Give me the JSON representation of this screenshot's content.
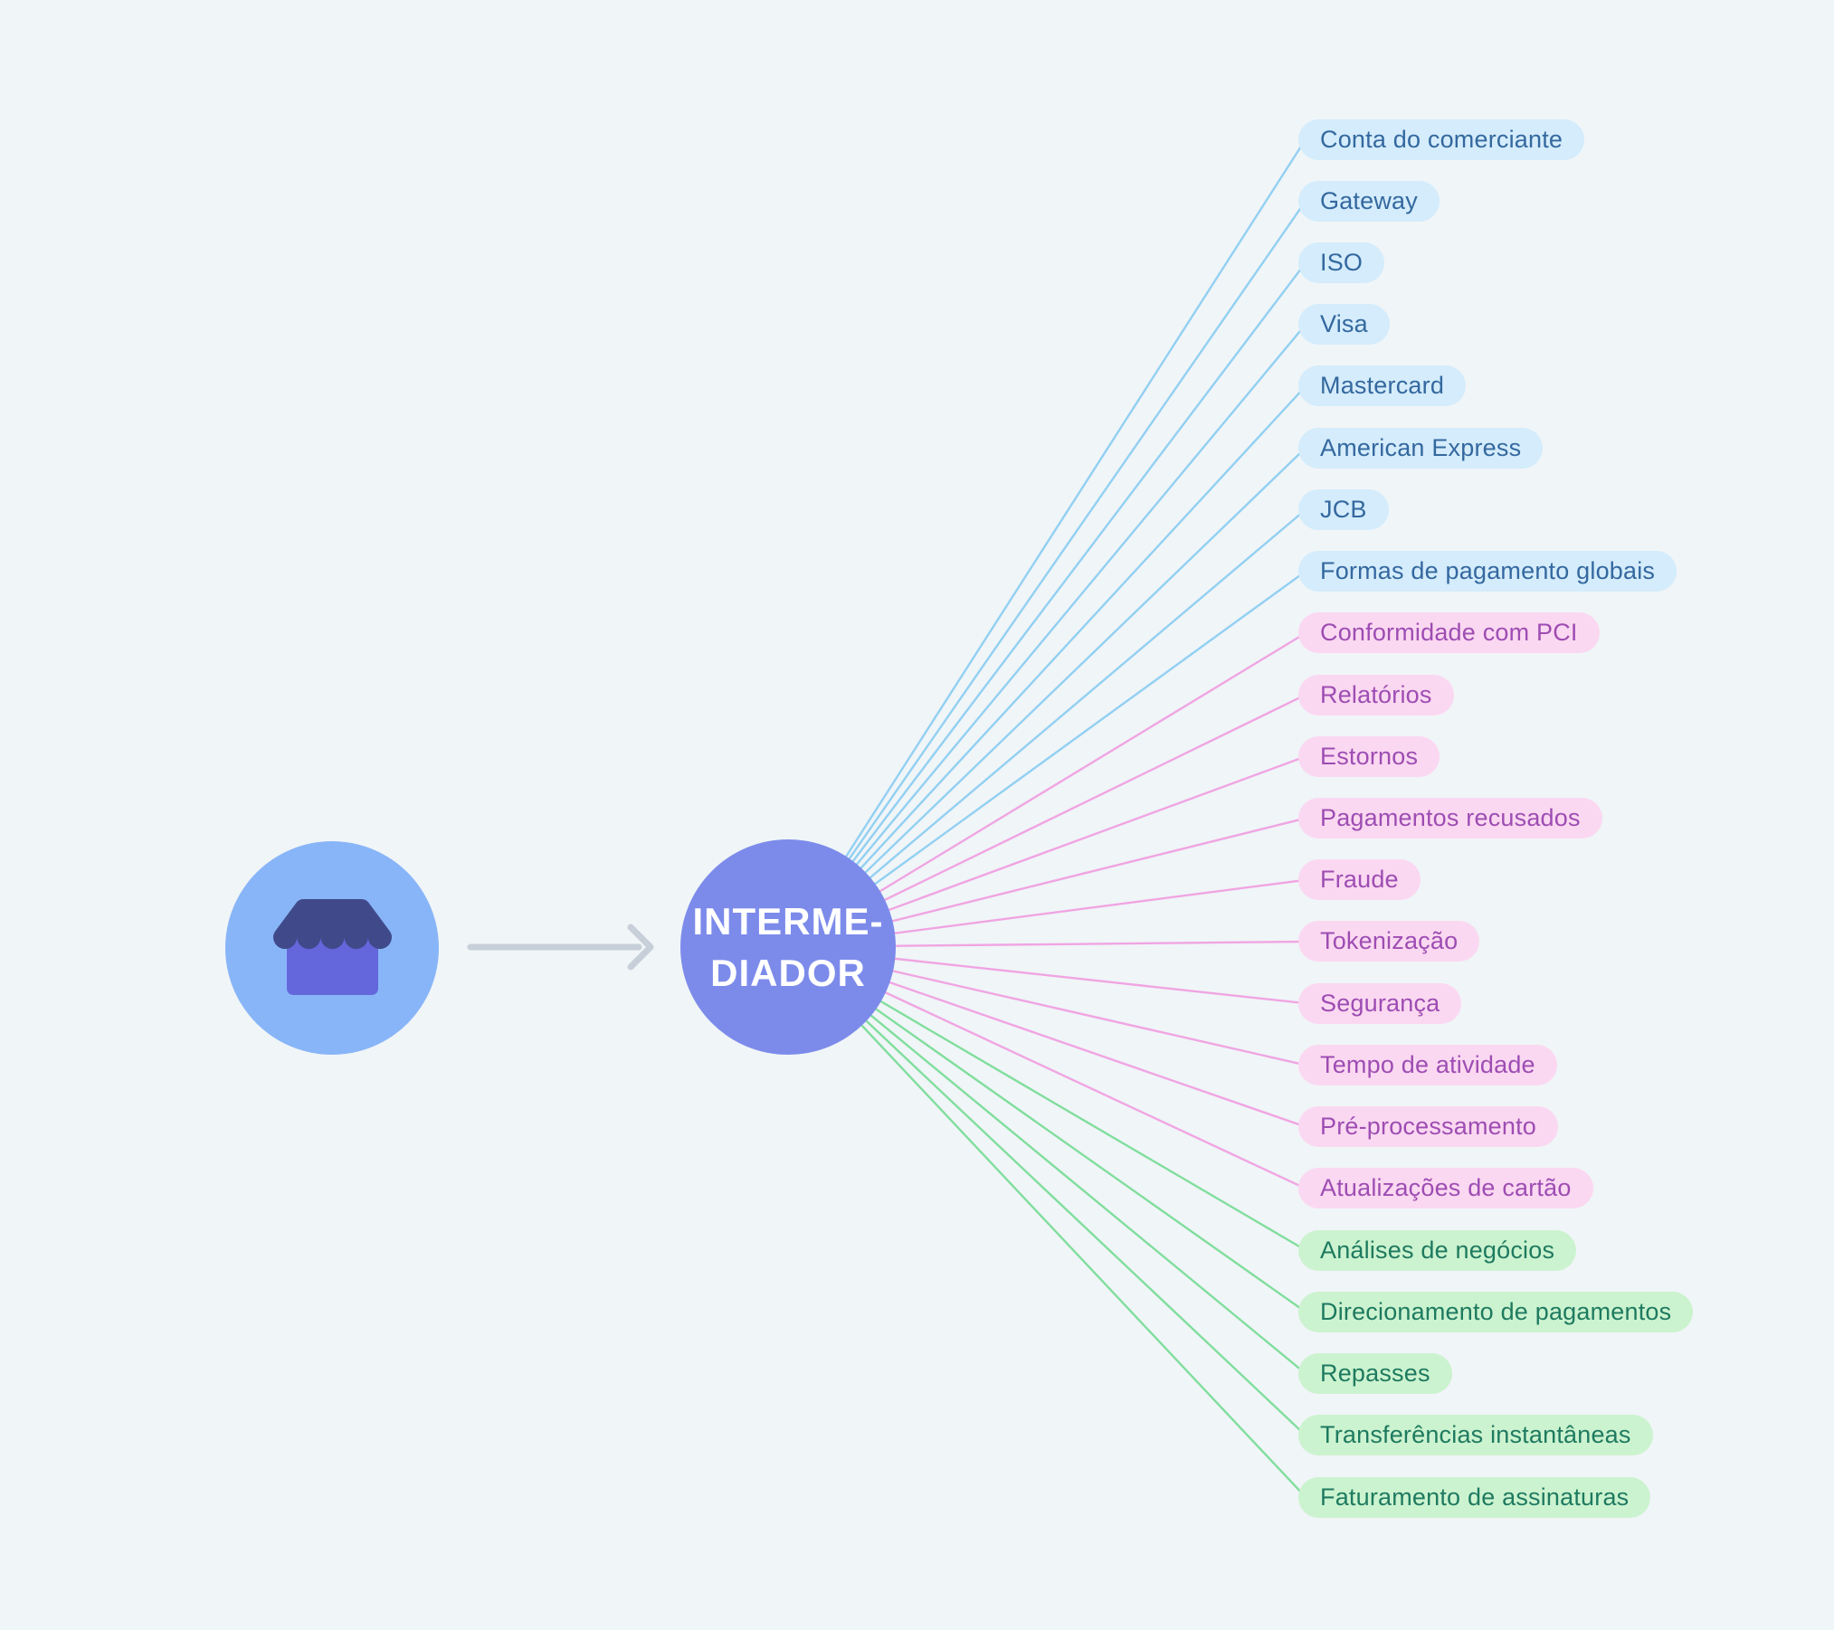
{
  "canvas": {
    "bg": "#f0f5f8"
  },
  "merchant": {
    "icon": "storefront-icon",
    "circle_color": "#88b5f8",
    "awning_color": "#404a8a",
    "body_color": "#6467db"
  },
  "arrow": {
    "color": "#c7cfd9"
  },
  "hub": {
    "label_line1": "INTERME-",
    "label_line2": "DIADOR",
    "color": "#7c8bea",
    "text_color": "#ffffff"
  },
  "groups": [
    {
      "name": "card-networks-and-access",
      "pill_bg": "#d4ecfb",
      "text_color": "#34689f",
      "line_color": "#92d0f2",
      "items": [
        "Conta do comerciante",
        "Gateway",
        "ISO",
        "Visa",
        "Mastercard",
        "American Express",
        "JCB",
        "Formas de pagamento globais"
      ]
    },
    {
      "name": "processing-and-risk",
      "pill_bg": "#fbd8f1",
      "text_color": "#9d4db3",
      "line_color": "#f0a5e2",
      "items": [
        "Conformidade com PCI",
        "Relatórios",
        "Estornos",
        "Pagamentos recusados",
        "Fraude",
        "Tokenização",
        "Segurança",
        "Tempo de atividade",
        "Pré-processamento",
        "Atualizações de cartão"
      ]
    },
    {
      "name": "payouts-and-services",
      "pill_bg": "#ccf3cf",
      "text_color": "#1e7a60",
      "line_color": "#81de9d",
      "items": [
        "Análises de negócios",
        "Direcionamento de pagamentos",
        "Repasses",
        "Transferências instantâneas",
        "Faturamento de assinaturas"
      ]
    }
  ]
}
